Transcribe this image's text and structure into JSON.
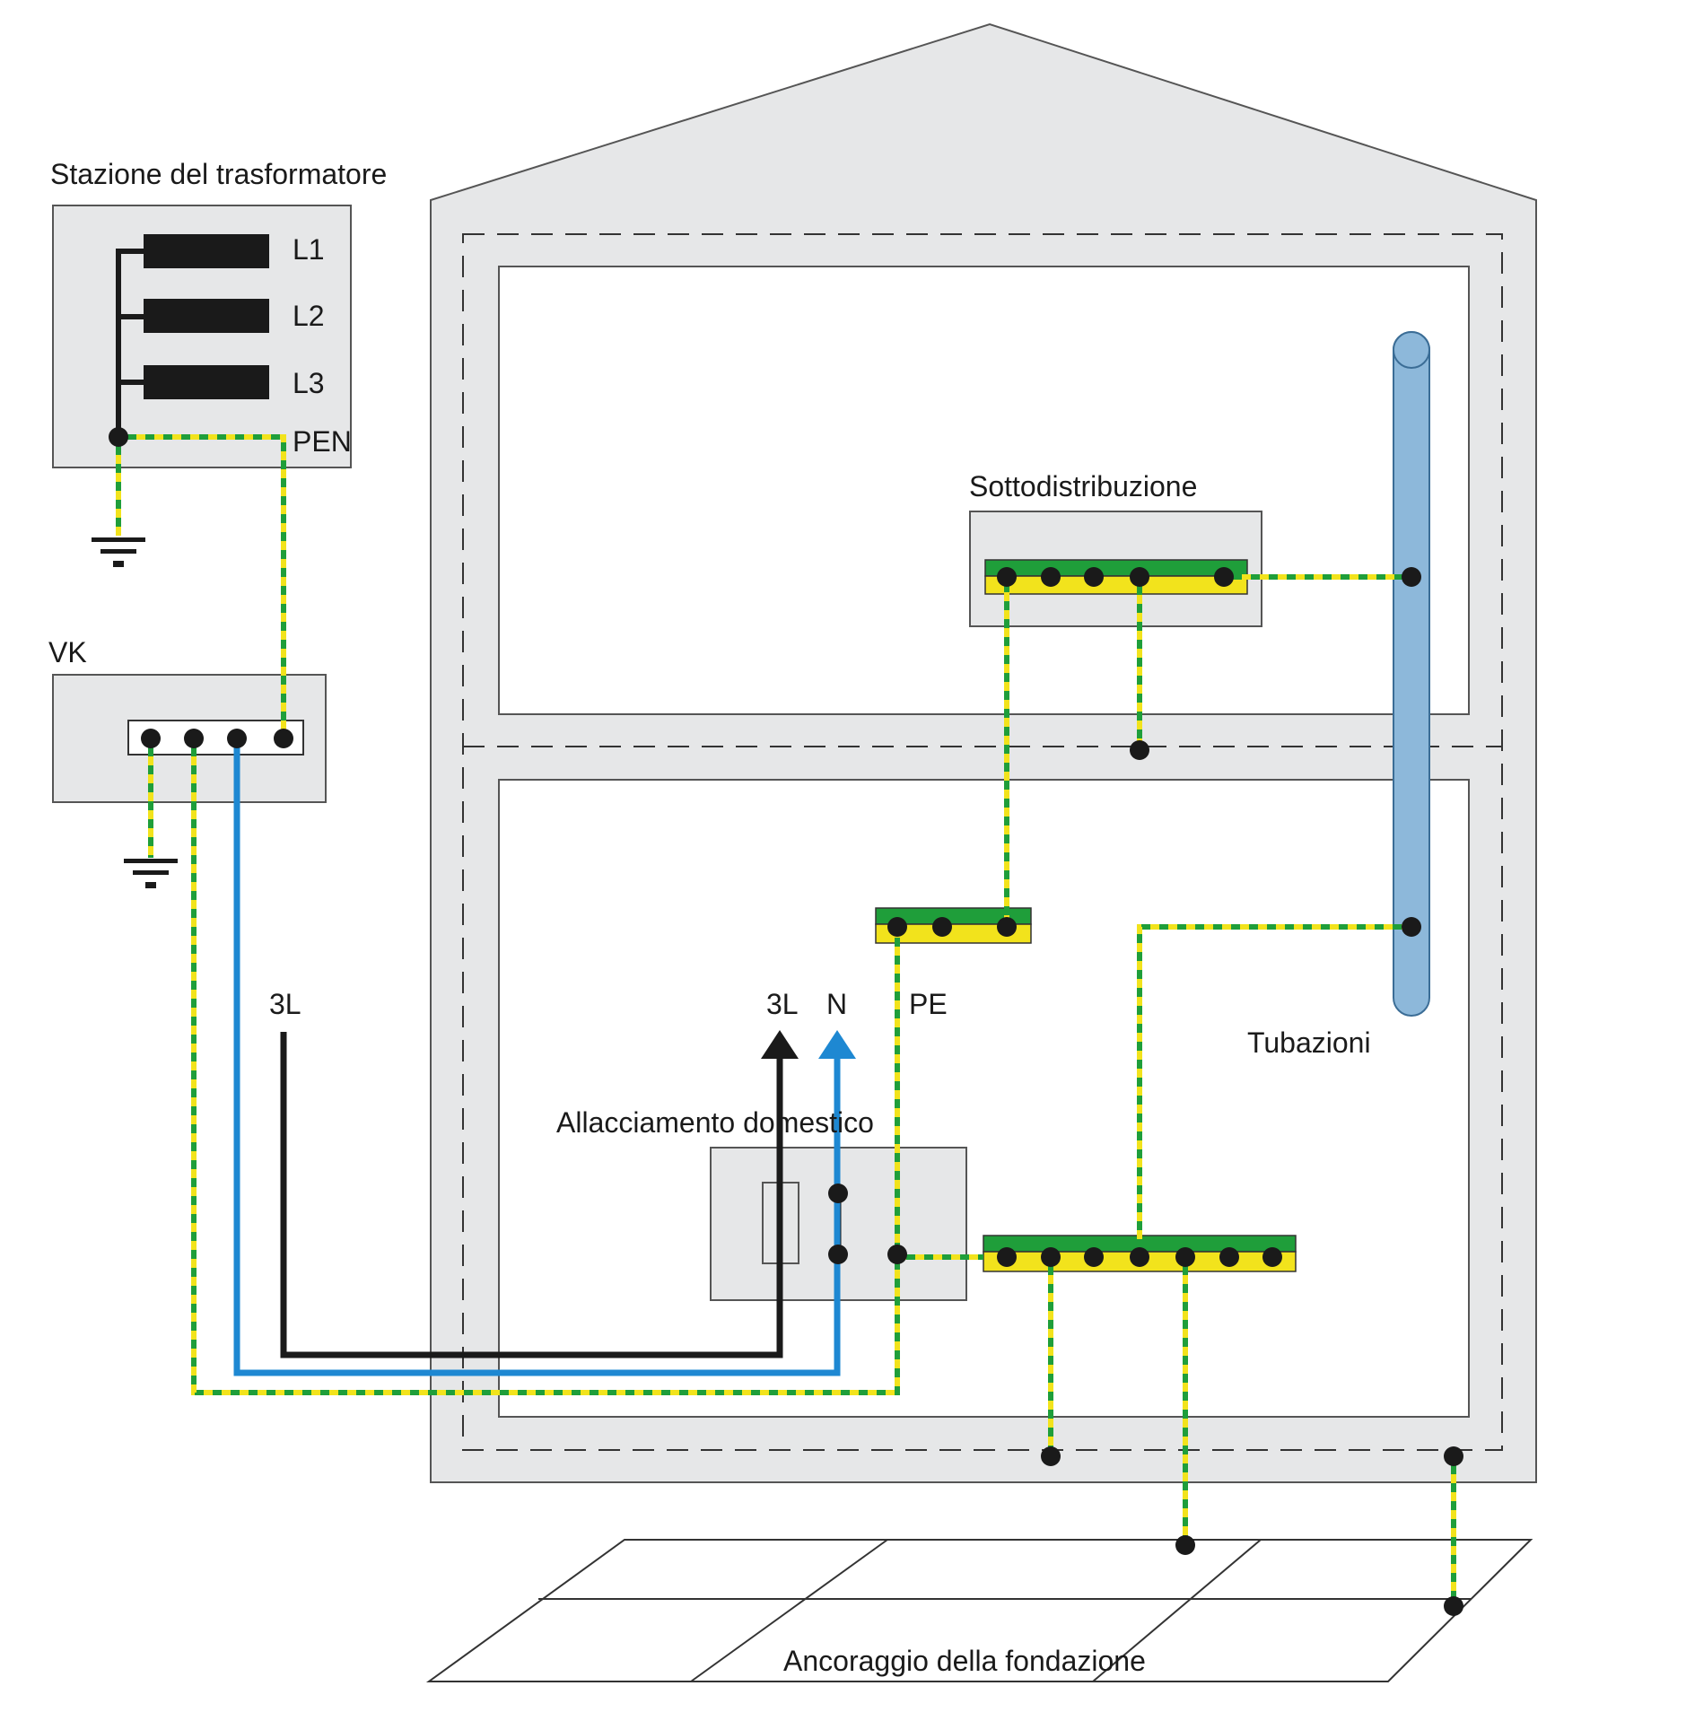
{
  "labels": {
    "transformer_station": "Stazione del trasformatore",
    "l1": "L1",
    "l2": "L2",
    "l3": "L3",
    "pen": "PEN",
    "vk": "VK",
    "three_l_left": "3L",
    "three_l_right": "3L",
    "n": "N",
    "pe": "PE",
    "subdistribution": "Sottodistribuzione",
    "pipes": "Tubazioni",
    "house_connection": "Allacciamento domestico",
    "foundation": "Ancoraggio della fondazione"
  },
  "colors": {
    "house_fill": "#e6e7e8",
    "box_fill": "#e6e7e8",
    "pipe_fill": "#8db8da",
    "pipe_stroke": "#3b6d96",
    "neutral_blue": "#1e88d2",
    "earth_green": "#1f9e3a",
    "earth_yellow": "#f2e31c",
    "conductor_black": "#1a1a1a"
  },
  "icons": {
    "ground": "ground-symbol-icon",
    "terminal": "terminal-dot-icon",
    "arrow": "arrow-up-icon"
  }
}
